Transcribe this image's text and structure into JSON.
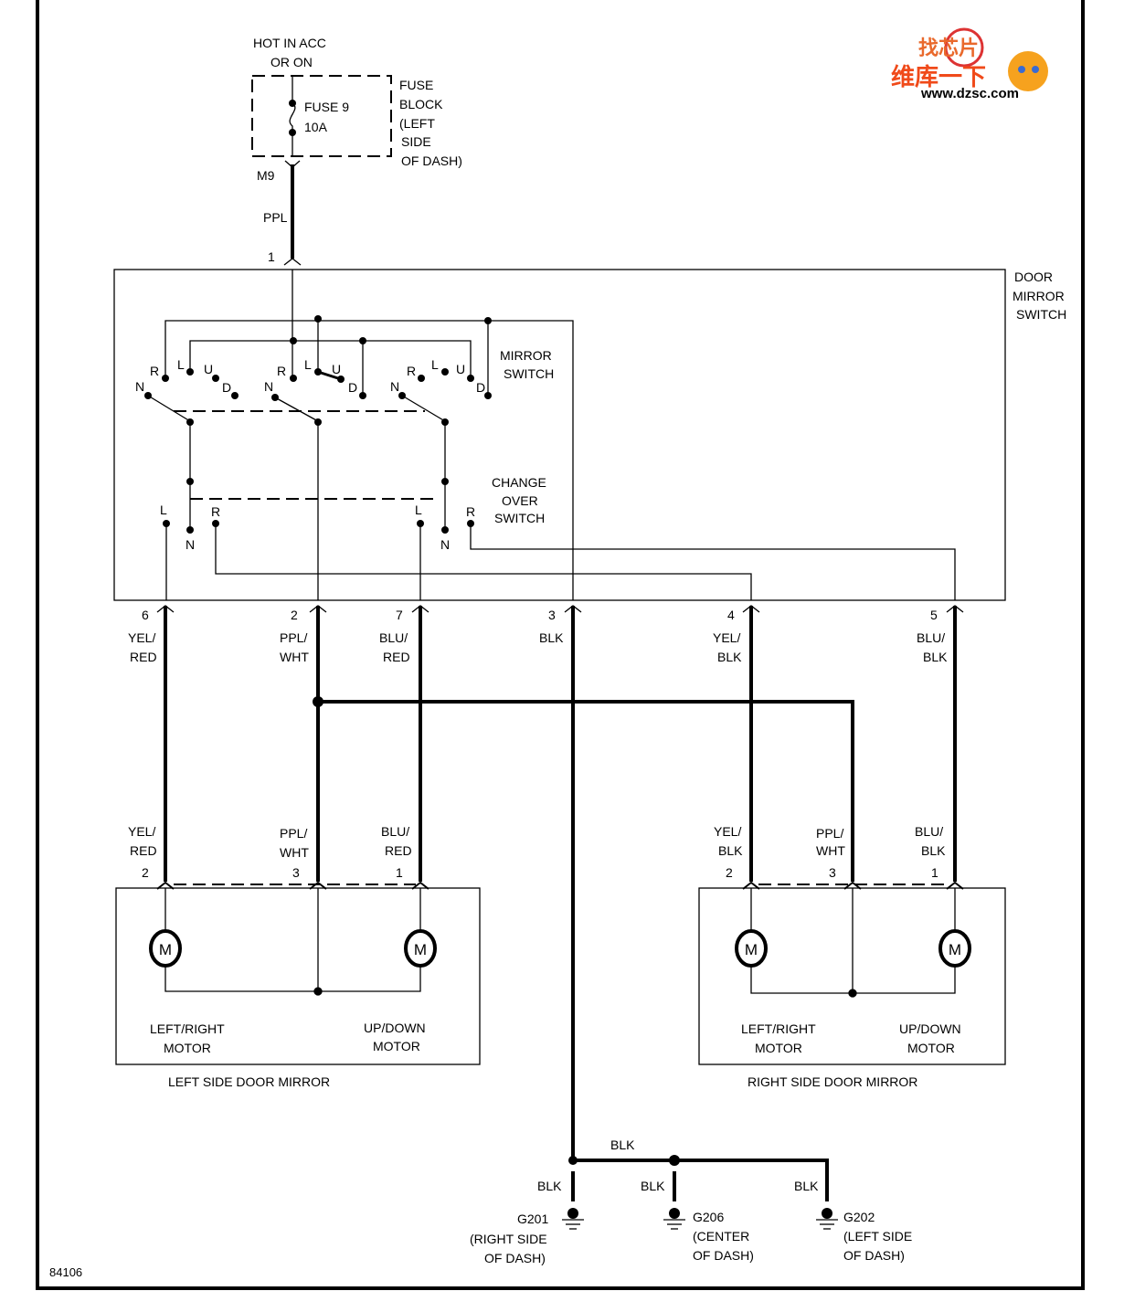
{
  "power": {
    "line1": "HOT IN ACC",
    "line2": "OR ON"
  },
  "fuse": {
    "name": "FUSE 9",
    "rating": "10A",
    "block": [
      "FUSE",
      "BLOCK",
      "(LEFT",
      "SIDE",
      "OF DASH)"
    ],
    "connector": "M9",
    "wire": "PPL",
    "pin": "1"
  },
  "door_mirror_switch": {
    "label": [
      "DOOR",
      "MIRROR",
      "SWITCH"
    ]
  },
  "mirror_switch": {
    "label": [
      "MIRROR",
      "SWITCH"
    ],
    "contacts": {
      "r": "R",
      "l": "L",
      "u": "U",
      "d": "D",
      "n": "N"
    }
  },
  "changeover_switch": {
    "label": [
      "CHANGE",
      "OVER",
      "SWITCH"
    ]
  },
  "switch_pins": [
    {
      "pin": "6",
      "color": [
        "YEL/",
        "RED"
      ]
    },
    {
      "pin": "2",
      "color": [
        "PPL/",
        "WHT"
      ]
    },
    {
      "pin": "7",
      "color": [
        "BLU/",
        "RED"
      ]
    },
    {
      "pin": "3",
      "color": [
        "BLK"
      ]
    },
    {
      "pin": "4",
      "color": [
        "YEL/",
        "BLK"
      ]
    },
    {
      "pin": "5",
      "color": [
        "BLU/",
        "BLK"
      ]
    }
  ],
  "left_mirror": {
    "title": "LEFT SIDE DOOR MIRROR",
    "pins": [
      {
        "pin": "2",
        "color": [
          "YEL/",
          "RED"
        ]
      },
      {
        "pin": "3",
        "color": [
          "PPL/",
          "WHT"
        ]
      },
      {
        "pin": "1",
        "color": [
          "BLU/",
          "RED"
        ]
      }
    ],
    "motor1": [
      "LEFT/RIGHT",
      "MOTOR"
    ],
    "motor2": [
      "UP/DOWN",
      "MOTOR"
    ]
  },
  "right_mirror": {
    "title": "RIGHT SIDE DOOR MIRROR",
    "pins": [
      {
        "pin": "2",
        "color": [
          "YEL/",
          "BLK"
        ]
      },
      {
        "pin": "3",
        "color": [
          "PPL/",
          "WHT"
        ]
      },
      {
        "pin": "1",
        "color": [
          "BLU/",
          "BLK"
        ]
      }
    ],
    "motor1": [
      "LEFT/RIGHT",
      "MOTOR"
    ],
    "motor2": [
      "UP/DOWN",
      "MOTOR"
    ]
  },
  "motor_symbol": "M",
  "grounds": {
    "wire": "BLK",
    "g201": {
      "name": "G201",
      "loc": [
        "(RIGHT SIDE",
        "OF DASH)"
      ]
    },
    "g206": {
      "name": "G206",
      "loc": [
        "(CENTER",
        "OF DASH)"
      ]
    },
    "g202": {
      "name": "G202",
      "loc": [
        "(LEFT SIDE",
        "OF DASH)"
      ]
    }
  },
  "figure_id": "84106",
  "watermark": {
    "top": "找芯片",
    "middle": "维库一下",
    "url": "www.dzsc.com"
  }
}
